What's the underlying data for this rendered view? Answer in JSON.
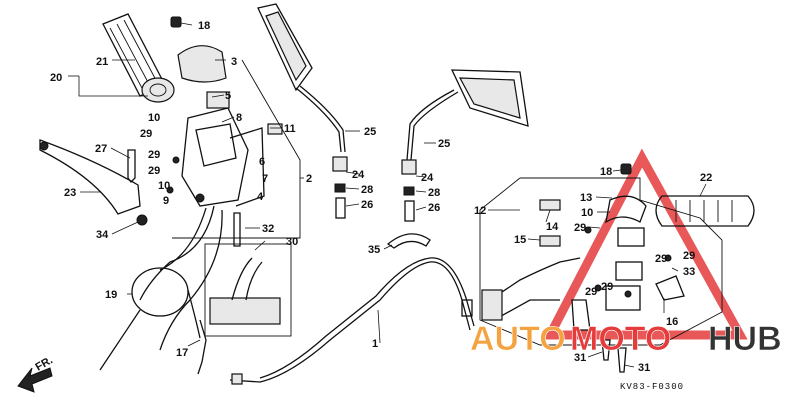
{
  "diagram": {
    "callouts": [
      {
        "id": "c1",
        "label": "1"
      },
      {
        "id": "c2",
        "label": "2"
      },
      {
        "id": "c3",
        "label": "3"
      },
      {
        "id": "c4",
        "label": "4"
      },
      {
        "id": "c5",
        "label": "5"
      },
      {
        "id": "c6",
        "label": "6"
      },
      {
        "id": "c7",
        "label": "7"
      },
      {
        "id": "c8",
        "label": "8"
      },
      {
        "id": "c9",
        "label": "9"
      },
      {
        "id": "c10a",
        "label": "10"
      },
      {
        "id": "c10b",
        "label": "10"
      },
      {
        "id": "c11",
        "label": "11"
      },
      {
        "id": "c12",
        "label": "12"
      },
      {
        "id": "c13",
        "label": "13"
      },
      {
        "id": "c14",
        "label": "14"
      },
      {
        "id": "c15",
        "label": "15"
      },
      {
        "id": "c16",
        "label": "16"
      },
      {
        "id": "c17",
        "label": "17"
      },
      {
        "id": "c18a",
        "label": "18"
      },
      {
        "id": "c18b",
        "label": "18"
      },
      {
        "id": "c19",
        "label": "19"
      },
      {
        "id": "c20",
        "label": "20"
      },
      {
        "id": "c21",
        "label": "21"
      },
      {
        "id": "c22",
        "label": "22"
      },
      {
        "id": "c23",
        "label": "23"
      },
      {
        "id": "c24a",
        "label": "24"
      },
      {
        "id": "c24b",
        "label": "24"
      },
      {
        "id": "c25a",
        "label": "25"
      },
      {
        "id": "c25b",
        "label": "25"
      },
      {
        "id": "c26a",
        "label": "26"
      },
      {
        "id": "c26b",
        "label": "26"
      },
      {
        "id": "c27",
        "label": "27"
      },
      {
        "id": "c28a",
        "label": "28"
      },
      {
        "id": "c28b",
        "label": "28"
      },
      {
        "id": "c29a",
        "label": "29"
      },
      {
        "id": "c29b",
        "label": "29"
      },
      {
        "id": "c29c",
        "label": "29"
      },
      {
        "id": "c29d",
        "label": "29"
      },
      {
        "id": "c29e",
        "label": "29"
      },
      {
        "id": "c29f",
        "label": "29"
      },
      {
        "id": "c29g",
        "label": "29"
      },
      {
        "id": "c30",
        "label": "30"
      },
      {
        "id": "c31a",
        "label": "31"
      },
      {
        "id": "c31b",
        "label": "31"
      },
      {
        "id": "c32",
        "label": "32"
      },
      {
        "id": "c33",
        "label": "33"
      },
      {
        "id": "c34",
        "label": "34"
      },
      {
        "id": "c35",
        "label": "35"
      }
    ],
    "front_marker": "FR.",
    "diagram_code": "KV83-F0300"
  },
  "watermark": {
    "part1": "AUTO",
    "part2": "MOTO",
    "part3": "HUB",
    "colors": {
      "red": "#e53b3b",
      "orange": "#f4a340",
      "dark": "#333333"
    }
  }
}
